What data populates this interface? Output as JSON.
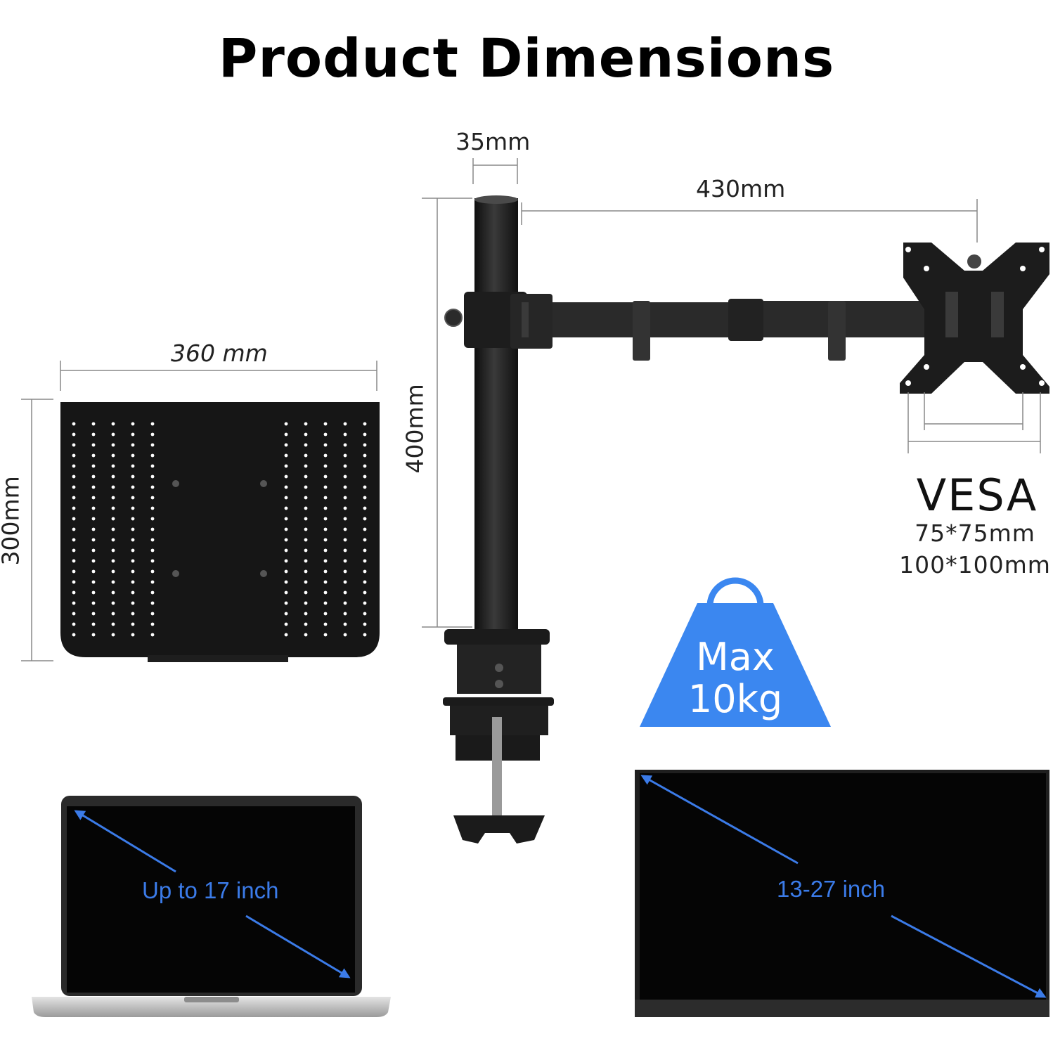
{
  "title": "Product Dimensions",
  "dimensions": {
    "pole_diameter": "35mm",
    "arm_length": "430mm",
    "pole_height": "400mm",
    "tray_width": "360 mm",
    "tray_depth": "300mm"
  },
  "vesa": {
    "title": "VESA",
    "size_small": "75*75mm",
    "size_large": "100*100mm"
  },
  "weight_badge": {
    "line1": "Max",
    "line2": "10kg",
    "color": "#3b87f0"
  },
  "laptop": {
    "label": "Up to 17 inch"
  },
  "monitor": {
    "label": "13-27 inch"
  },
  "colors": {
    "accent": "#3b7be8",
    "product": "#1c1c1c"
  }
}
